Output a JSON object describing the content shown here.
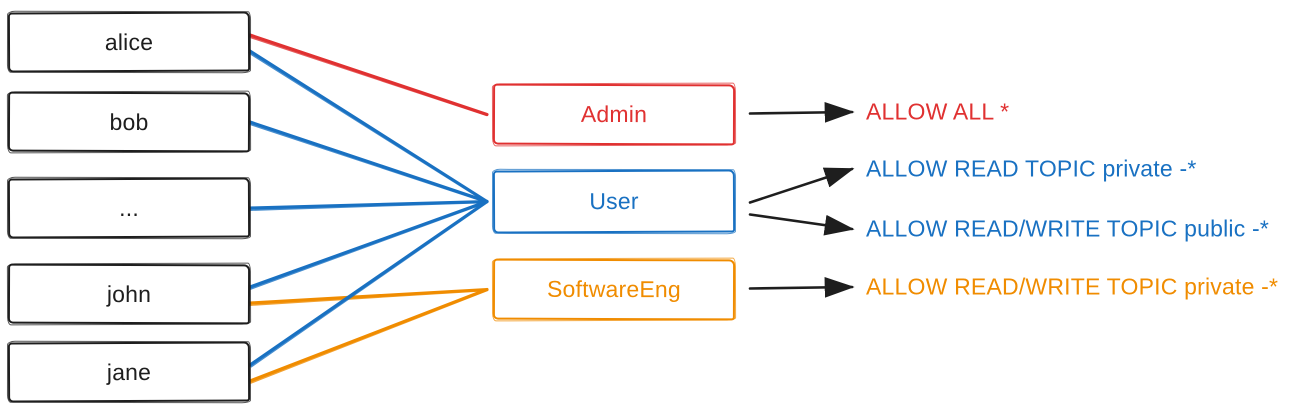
{
  "palette": {
    "red": "#e03131",
    "blue": "#1971c2",
    "orange": "#f08c00",
    "ink": "#1e1e1e",
    "background": "#ffffff"
  },
  "users": [
    {
      "label": "alice"
    },
    {
      "label": "bob"
    },
    {
      "label": "..."
    },
    {
      "label": "john"
    },
    {
      "label": "jane"
    }
  ],
  "roles": [
    {
      "label": "Admin",
      "color": "red"
    },
    {
      "label": "User",
      "color": "blue"
    },
    {
      "label": "SoftwareEng",
      "color": "orange"
    }
  ],
  "permissions": [
    {
      "label": "ALLOW ALL *",
      "color": "red"
    },
    {
      "label": "ALLOW READ TOPIC private -*",
      "color": "blue"
    },
    {
      "label": "ALLOW READ/WRITE TOPIC public -*",
      "color": "blue"
    },
    {
      "label": "ALLOW READ/WRITE TOPIC private -*",
      "color": "orange"
    }
  ],
  "assignments": [
    {
      "user": "alice",
      "role": "Admin"
    },
    {
      "user": "alice",
      "role": "User"
    },
    {
      "user": "bob",
      "role": "User"
    },
    {
      "user": "...",
      "role": "User"
    },
    {
      "user": "john",
      "role": "User"
    },
    {
      "user": "john",
      "role": "SoftwareEng"
    },
    {
      "user": "jane",
      "role": "User"
    },
    {
      "user": "jane",
      "role": "SoftwareEng"
    }
  ],
  "grants": [
    {
      "role": "Admin",
      "permission": "ALLOW ALL *"
    },
    {
      "role": "User",
      "permission": "ALLOW READ TOPIC private -*"
    },
    {
      "role": "User",
      "permission": "ALLOW READ/WRITE TOPIC public -*"
    },
    {
      "role": "SoftwareEng",
      "permission": "ALLOW READ/WRITE TOPIC private -*"
    }
  ]
}
